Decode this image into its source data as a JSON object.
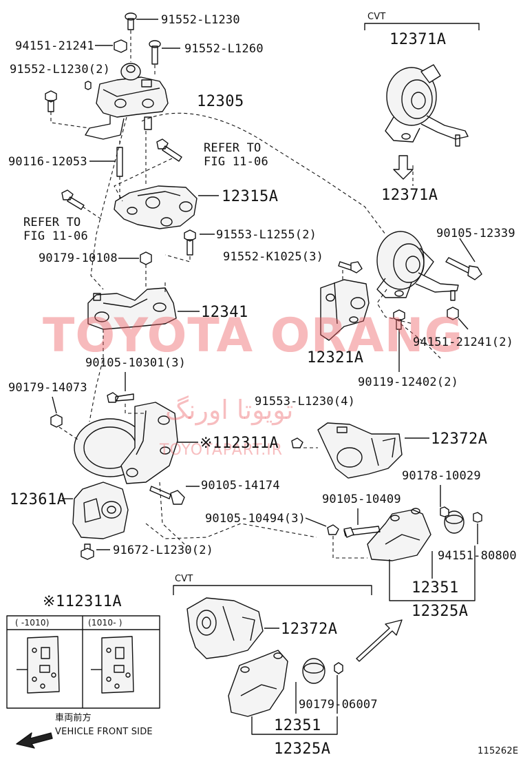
{
  "diagram": {
    "figure_code": "115262E",
    "labels": {
      "p91552_l1230_top": "91552-L1230",
      "p94151_21241": "94151-21241",
      "p91552_l1260": "91552-L1260",
      "p91552_l1230_2": "91552-L1230(2)",
      "p12305": "12305",
      "p90116_12053": "90116-12053",
      "refer1": "REFER TO",
      "refer1b": "FIG 11-06",
      "p12315a": "12315A",
      "refer2": "REFER TO",
      "refer2b": "FIG 11-06",
      "p91553_l1255": "91553-L1255(2)",
      "p90179_10108": "90179-10108",
      "p12341": "12341",
      "p90105_10301": "90105-10301(3)",
      "p90179_14073": "90179-14073",
      "p12311a": "※112311A",
      "p90105_14174": "90105-14174",
      "p12361a": "12361A",
      "p91672_l1230": "91672-L1230(2)",
      "cvt_top": "CVT",
      "p12371a_top": "12371A",
      "p12371a_mid": "12371A",
      "p90105_12339": "90105-12339",
      "p91552_k1025": "91552-K1025(3)",
      "p94151_21241_2": "94151-21241(2)",
      "p12321a": "12321A",
      "p90119_12402": "90119-12402(2)",
      "p91553_l1230": "91553-L1230(4)",
      "p12372a": "12372A",
      "p90178_10029": "90178-10029",
      "p90105_10409": "90105-10409",
      "p90105_10494": "90105-10494(3)",
      "p94151_80800": "94151-80800",
      "p12351_r": "12351",
      "p12325a_r": "12325A",
      "cvt_bottom": "CVT",
      "p12372a_b": "12372A",
      "p90179_06007": "90179-06007",
      "p12351_b": "12351",
      "p12325a_b": "12325A",
      "inset_title": "※112311A",
      "inset_col1": "(     -1010)",
      "inset_col2": "(1010-     )",
      "front_jp": "車両前方",
      "front_en": "VEHICLE FRONT SIDE"
    }
  },
  "watermarks": {
    "main": "TOYOTA ORANG",
    "persian": "تویوتا اورنگ",
    "site": "TOYOTAPART.IR"
  }
}
